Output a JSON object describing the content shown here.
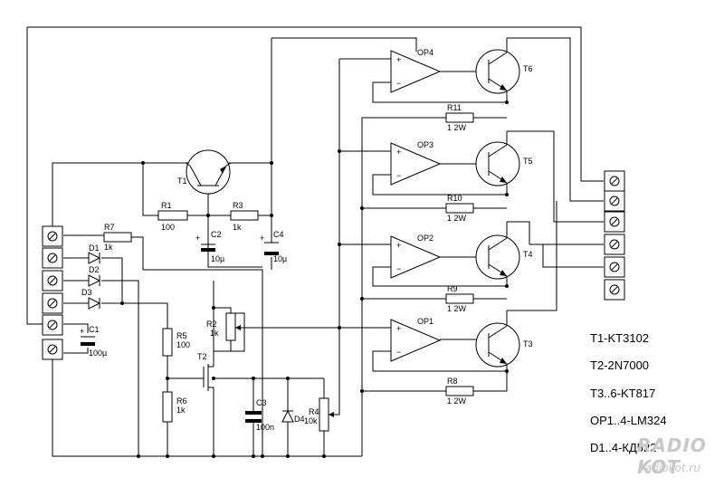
{
  "components": {
    "T1": {
      "ref": "T1"
    },
    "T2": {
      "ref": "T2"
    },
    "T3": {
      "ref": "T3"
    },
    "T4": {
      "ref": "T4"
    },
    "T5": {
      "ref": "T5"
    },
    "T6": {
      "ref": "T6"
    },
    "OP1": {
      "ref": "OP1"
    },
    "OP2": {
      "ref": "OP2"
    },
    "OP3": {
      "ref": "OP3"
    },
    "OP4": {
      "ref": "OP4"
    },
    "R1": {
      "ref": "R1",
      "value": "100"
    },
    "R2": {
      "ref": "R2",
      "value": "1k"
    },
    "R3": {
      "ref": "R3",
      "value": "1k"
    },
    "R4": {
      "ref": "R4",
      "value": "10k"
    },
    "R5": {
      "ref": "R5",
      "value": "100"
    },
    "R6": {
      "ref": "R6",
      "value": "1k"
    },
    "R7": {
      "ref": "R7",
      "value": "1k"
    },
    "R8": {
      "ref": "R8",
      "value": "1 2W"
    },
    "R9": {
      "ref": "R9",
      "value": "1 2W"
    },
    "R10": {
      "ref": "R10",
      "value": "1 2W"
    },
    "R11": {
      "ref": "R11",
      "value": "1 2W"
    },
    "C1": {
      "ref": "C1",
      "value": "100µ"
    },
    "C2": {
      "ref": "C2",
      "value": "10µ"
    },
    "C3": {
      "ref": "C3",
      "value": "100n"
    },
    "C4": {
      "ref": "C4",
      "value": "10µ"
    },
    "D1": {
      "ref": "D1"
    },
    "D2": {
      "ref": "D2"
    },
    "D3": {
      "ref": "D3"
    },
    "D4": {
      "ref": "D4"
    }
  },
  "opamp_pins": {
    "plus": "+",
    "minus": "−"
  },
  "legend": [
    "T1-KT3102",
    "T2-2N7000",
    "T3..6-KT817",
    "OP1..4-LM324",
    "D1..4-КД522"
  ],
  "watermark": {
    "logo": "RADIO KOT",
    "site": "radiokot.ru"
  }
}
